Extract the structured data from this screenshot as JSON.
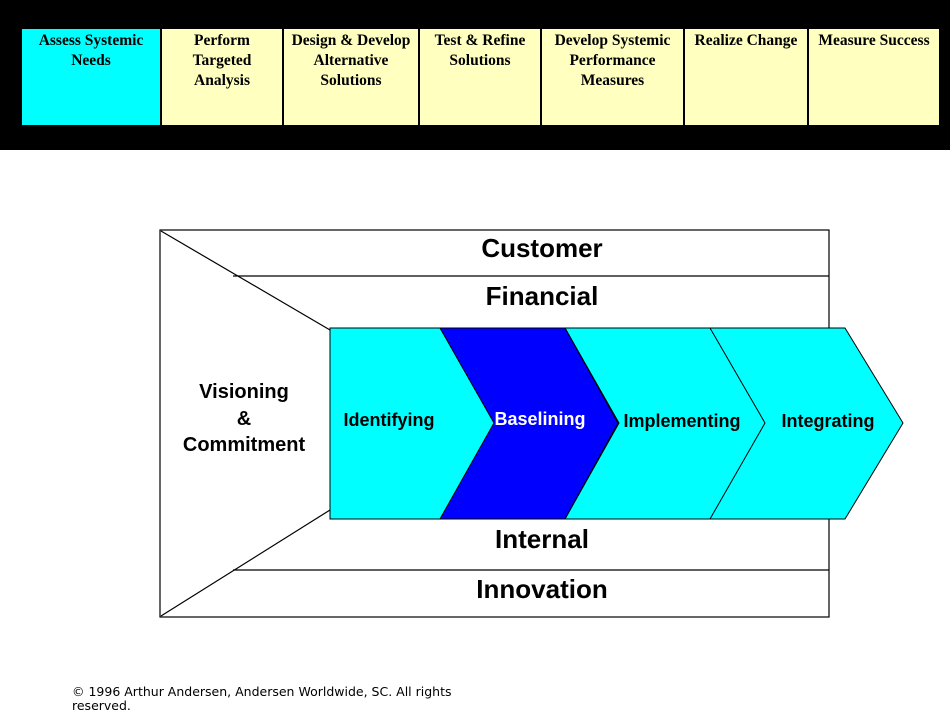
{
  "process_steps": [
    {
      "lines": [
        "Assess Systemic",
        "Needs"
      ],
      "active": true
    },
    {
      "lines": [
        "Perform",
        "Targeted",
        "Analysis"
      ],
      "active": false
    },
    {
      "lines": [
        "Design & Develop",
        "Alternative",
        "Solutions"
      ],
      "active": false
    },
    {
      "lines": [
        "Test & Refine",
        "Solutions"
      ],
      "active": false
    },
    {
      "lines": [
        "Develop Systemic",
        "Performance",
        "Measures"
      ],
      "active": false
    },
    {
      "lines": [
        "Realize Change"
      ],
      "active": false
    },
    {
      "lines": [
        "Measure Success"
      ],
      "active": false
    }
  ],
  "diagram": {
    "left_label": [
      "Visioning",
      "&",
      "Commitment"
    ],
    "perspectives": {
      "customer": "Customer",
      "financial": "Financial",
      "internal": "Internal",
      "innovation": "Innovation"
    },
    "phases": [
      {
        "label": "Identifying",
        "color": "#00ffff",
        "label_color": "#000000"
      },
      {
        "label": "Baselining",
        "color": "#0000ff",
        "label_color": "#ffffff"
      },
      {
        "label": "Implementing",
        "color": "#00ffff",
        "label_color": "#000000"
      },
      {
        "label": "Integrating",
        "color": "#00ffff",
        "label_color": "#000000"
      }
    ]
  },
  "colors": {
    "header_background": "#000000",
    "step_active": "#00ffff",
    "step_default": "#ffffc0"
  },
  "footer": {
    "copyright": "© 1996 Arthur Andersen, Andersen Worldwide, SC. All rights reserved."
  }
}
